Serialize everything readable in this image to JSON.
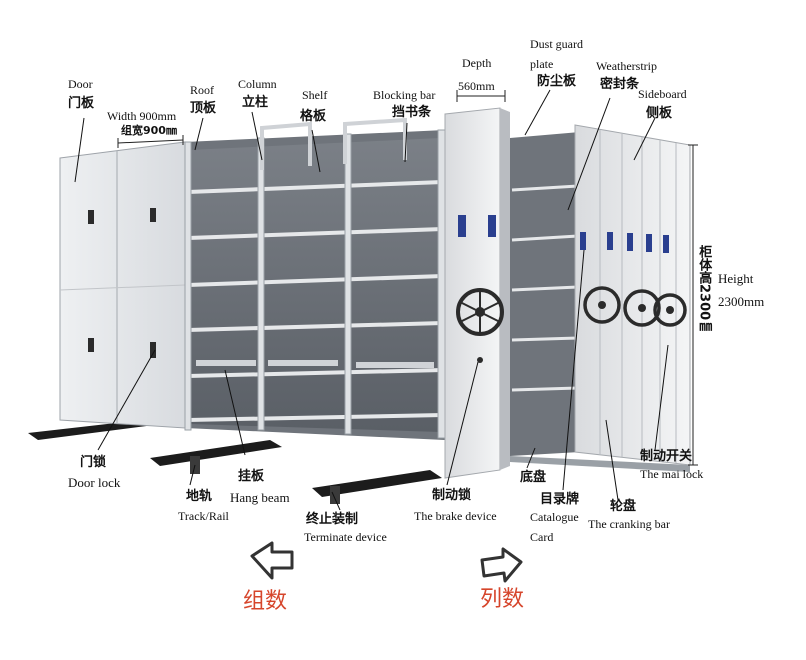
{
  "labels": {
    "door_en": "Door",
    "door_zh": "门板",
    "width_en": "Width 900mm",
    "width_zh": "组宽900㎜",
    "roof_en": "Roof",
    "roof_zh": "顶板",
    "column_en": "Column",
    "column_zh": "立柱",
    "shelf_en": "Shelf",
    "shelf_zh": "格板",
    "blocking_en": "Blocking bar",
    "blocking_zh": "挡书条",
    "depth_en": "Depth",
    "depth_val": "560mm",
    "dust_en_1": "Dust guard",
    "dust_en_2": "plate",
    "dust_zh": "防尘板",
    "weather_en": "Weatherstrip",
    "weather_zh": "密封条",
    "side_en": "Sideboard",
    "side_zh": "侧板",
    "height_zh": "柜体高2300㎜",
    "height_en": "Height",
    "height_val": "2300mm",
    "doorlock_zh": "门锁",
    "doorlock_en": "Door lock",
    "track_zh": "地轨",
    "track_en": "Track/Rail",
    "hang_zh": "挂板",
    "hang_en": "Hang beam",
    "term_zh": "终止装制",
    "term_en": "Terminate device",
    "brake_zh": "制动锁",
    "brake_en": "The brake device",
    "base_zh": "底盘",
    "catalogue_zh": "目录牌",
    "catalogue_en_1": "Catalogue",
    "catalogue_en_2": "Card",
    "crank_zh": "轮盘",
    "crank_en": "The cranking bar",
    "mainlock_zh": "制动开关",
    "mainlock_en": "The mai lock",
    "group_count": "组数",
    "column_count": "列数"
  },
  "colors": {
    "accent": "#d6452b",
    "cabinet": "#e9eaec",
    "cabinet_dark": "#c9ccd0",
    "rail": "#1c1c1c",
    "label_tag": "#2a3f8f"
  }
}
